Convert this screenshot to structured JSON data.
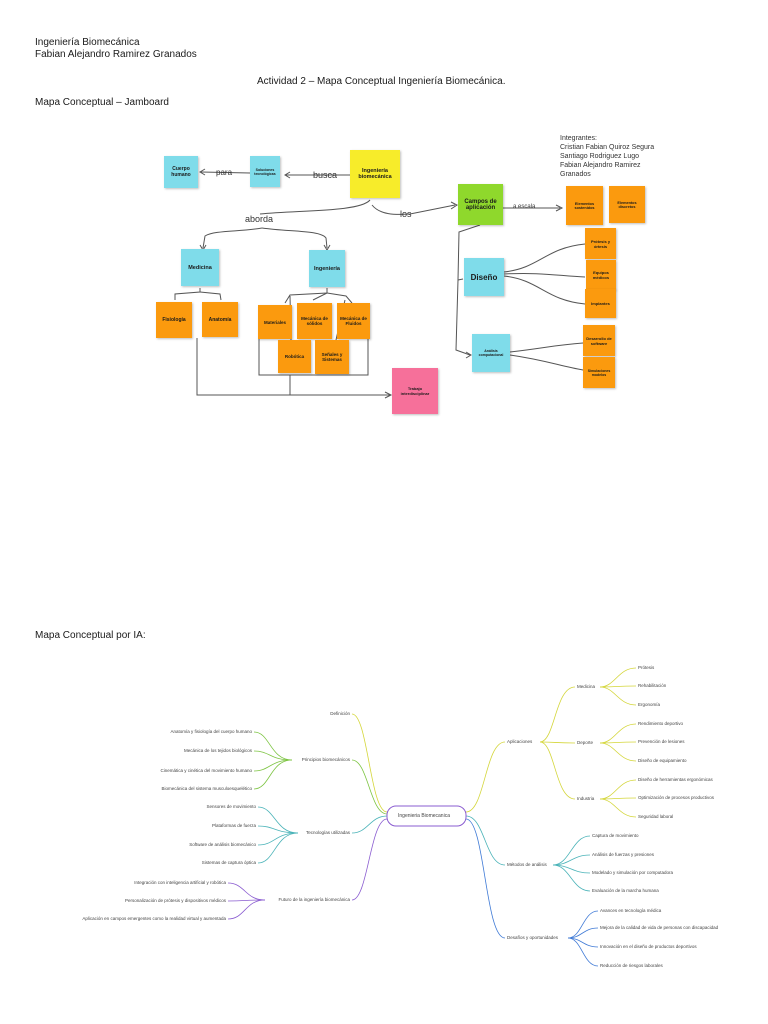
{
  "header": {
    "course": "Ingeniería Biomecánica",
    "author": "Fabian Alejandro Ramirez Granados",
    "activity": "Actividad 2 – Mapa Conceptual Ingeniería Biomecánica.",
    "section1": "Mapa Conceptual – Jamboard",
    "section2": "Mapa Conceptual por IA:"
  },
  "jamboard": {
    "integrantes": [
      "Integrantes:",
      "Cristian Fabian Quiroz Segura",
      "Santiago Rodriguez Lugo",
      "Fabian Alejandro Ramirez",
      "Granados"
    ],
    "notes": {
      "cuerpo": "Cuerpo humano",
      "soluciones": "Soluciones tecnológicas",
      "ingbio": "Ingeniería biomecánica",
      "campos": "Campos de aplicación",
      "elem_sostenidos": "Elementos sostenidos",
      "elem_discretos": "Elementos discretos",
      "medicina": "Medicina",
      "ingenieria": "Ingeniería",
      "fisiologia": "Fisiología",
      "anatomia": "Anatomía",
      "materiales": "Materiales",
      "mec_solidos": "Mecánica de sólidos",
      "mec_fluidos": "Mecánica de Fluidos",
      "robotica": "Robótica",
      "senales": "Señales y Sistemas",
      "trabajo": "Trabajo interdisciplinar",
      "diseno": "Diseño",
      "protesis": "Prótesis y órtesis",
      "equipos": "Equipos médicos",
      "implantes": "Implantes",
      "analisis": "Análisis computacional",
      "desarrollo": "Desarrollo de software",
      "simulaciones": "Simulaciones modelos"
    },
    "connectors": {
      "para": "para",
      "busca": "busca",
      "aborda": "aborda",
      "los": "los",
      "escala": "a escala"
    }
  },
  "mindmap": {
    "center": "Ingenieria Biomecanica",
    "left": [
      {
        "label": "Definición",
        "children": []
      },
      {
        "label": "Principios biomecánicos",
        "children": [
          "Anatomía y fisiología del cuerpo humano",
          "Mecánica de los tejidos biológicos",
          "Cinemática y cinética del movimiento humano",
          "Biomecánica del sistema musculoesquelético"
        ]
      },
      {
        "label": "Tecnologías utilizadas",
        "children": [
          "Sensores de movimiento",
          "Plataformas de fuerza",
          "Software de análisis biomecánico",
          "Sistemas de captura óptica"
        ]
      },
      {
        "label": "Futuro de la ingeniería biomecánica",
        "children": [
          "Integración con inteligencia artificial y robótica",
          "Personalización de prótesis y dispositivos médicos",
          "Aplicación en campos emergentes como la realidad virtual y aumentada"
        ]
      }
    ],
    "right": [
      {
        "label": "Aplicaciones",
        "groups": [
          {
            "label": "Medicina",
            "children": [
              "Prótesis",
              "Rehabilitación",
              "Ergonomía"
            ]
          },
          {
            "label": "Deporte",
            "children": [
              "Rendimiento deportivo",
              "Prevención de lesiones",
              "Diseño de equipamiento"
            ]
          },
          {
            "label": "Industria",
            "children": [
              "Diseño de herramientas ergonómicas",
              "Optimización de procesos productivos",
              "Seguridad laboral"
            ]
          }
        ]
      },
      {
        "label": "Métodos de análisis",
        "children": [
          "Captura de movimiento",
          "Análisis de fuerzas y presiones",
          "Modelado y simulación por computadora",
          "Evaluación de la marcha humana"
        ]
      },
      {
        "label": "Desafíos y oportunidades",
        "children": [
          "Avances en tecnología médica",
          "Mejora de la calidad de vida de personas con discapacidad",
          "Innovación en el diseño de productos deportivos",
          "Reducción de riesgos laborales"
        ]
      }
    ],
    "colors": {
      "yellow": "#d4d63a",
      "green": "#7cc441",
      "teal": "#4ab3b8",
      "purple": "#8a5cd0",
      "blue": "#3f7ad6"
    }
  }
}
